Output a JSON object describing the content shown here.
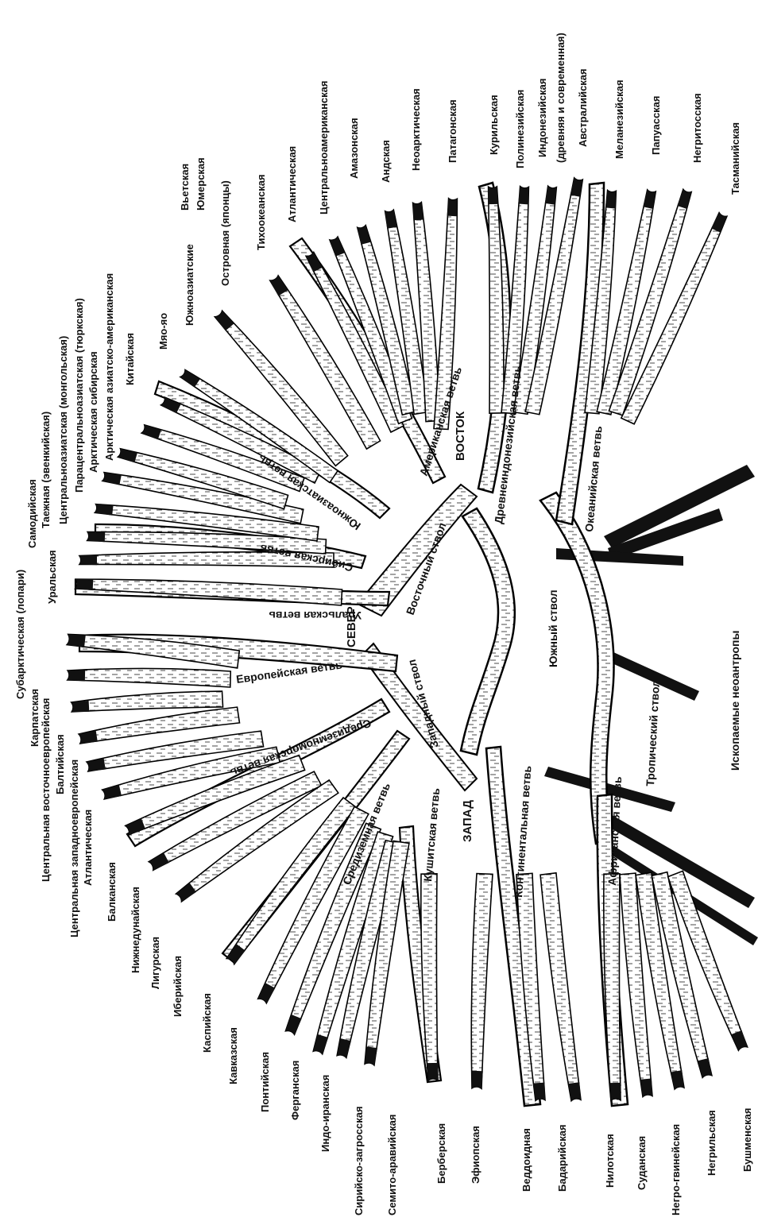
{
  "directions": {
    "north": "СЕВЕР",
    "east": "ВОСТОК",
    "west": "ЗАПАД"
  },
  "trunks": {
    "east": "Восточный ствол",
    "west": "Западный ствол",
    "south": "Южный ствол",
    "tropical": "Тропический ствол"
  },
  "branches": {
    "european": "Европейская ветвь",
    "ural": "Уральская ветвь",
    "siberian": "Сибирская ветвь",
    "south_asian": "Южноазиатская ветвь",
    "american": "Американская ветвь",
    "ancient_indonesian": "Древнеиндонезийская ветвь",
    "oceanic": "Океанийская ветвь",
    "mediterranean_sea": "Средиземноморская ветвь",
    "mediterranean": "Средиземная ветвь",
    "kushitic": "Кушитская ветвь",
    "continental": "Континентальная ветвь",
    "african": "Африканская ветвь"
  },
  "fossil_label": "Ископаемые неоантропы",
  "leaves": [
    "Субарктическая (лопари)",
    "Карпатская",
    "Центральная восточноевропейская",
    "Балтийская",
    "Центральная западноевропейская",
    "Атлантическая",
    "Балканская",
    "Нижнедунайская",
    "Лигурская",
    "Иберийская",
    "Каспийская",
    "Кавказская",
    "Понтийская",
    "Ферганская",
    "Индо-иранская",
    "Сирийско-загросская",
    "Семито-аравийская",
    "Берберская",
    "Эфиопская",
    "Веддоидная",
    "Бадарийская",
    "Нилотская",
    "Суданская",
    "Негро-гвинейская",
    "Негрильская",
    "Бушменская",
    "Уральская",
    "Самодийская",
    "Таежная (эвенкийская)",
    "Центральноазиатская (монгольская)",
    "Парацентральноазиатская (тюркская)",
    "Арктическая сибирская",
    "Арктическая азиатско-американская",
    "Китайская",
    "Мяо-яо",
    "Южноазиатские",
    "Вьетская",
    "Юмерская",
    "Островная (японцы)",
    "Тихоокеанская",
    "Атлантическая",
    "Центральноамериканская",
    "Амазонская",
    "Андская",
    "Неоарктическая",
    "Патагонская",
    "Курильская",
    "Полинезийская",
    "Индонезийская",
    "(древняя и современная)",
    "Австралийская",
    "Меланезийская",
    "Папуасская",
    "Негритосская",
    "Тасманийская"
  ]
}
